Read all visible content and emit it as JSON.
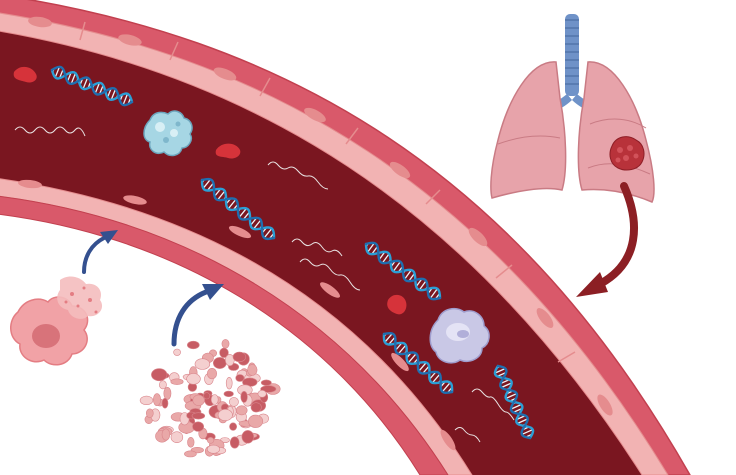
{
  "figure": {
    "labels": [],
    "colors": {
      "background": "#ffffff",
      "vessel_wall": "#d9596a",
      "vessel_wall_outline": "#c2404f",
      "endothelium": "#f2b3b3",
      "endothelium_nucleus": "#e58c8e",
      "lumen": "#7a1620",
      "dna_strand_a": "#2b9fd6",
      "dna_strand_b": "#1f6fb0",
      "dna_rung": "#f0f4f8",
      "red_blood_cell": "#d6333a",
      "cell_fragment": "#ece6dc",
      "lung": "#e7a3aa",
      "lung_outline": "#c97b84",
      "trachea": "#6f92c8",
      "tumor": "#b8323a",
      "arrow_lung": "#8c1f24",
      "arrow_blue": "#34508f",
      "apoptotic_cell": "#f1a2a6",
      "necrotic_cell": "#e9a8a8",
      "circulating_tumor_cell": "#a6d6e4",
      "white_cell": "#c9c8e6"
    },
    "elements": [
      {
        "name": "blood-vessel",
        "kind": "vessel"
      },
      {
        "name": "lungs-with-tumor",
        "kind": "organ"
      },
      {
        "name": "curved-arrow-lung-to-vessel",
        "kind": "arrow"
      },
      {
        "name": "apoptotic-tumor-cell",
        "kind": "cell"
      },
      {
        "name": "necrotic-tumor-cell",
        "kind": "cell"
      },
      {
        "name": "arrow-apoptotic-release",
        "kind": "arrow"
      },
      {
        "name": "arrow-necrotic-release",
        "kind": "arrow"
      },
      {
        "name": "cell-free-dna",
        "kind": "molecule",
        "count": 6
      },
      {
        "name": "dna-fragment",
        "kind": "molecule",
        "count": 7
      },
      {
        "name": "red-blood-cell",
        "kind": "cell",
        "count": 4
      },
      {
        "name": "circulating-tumor-cell",
        "kind": "cell"
      },
      {
        "name": "white-blood-cell",
        "kind": "cell"
      }
    ]
  }
}
